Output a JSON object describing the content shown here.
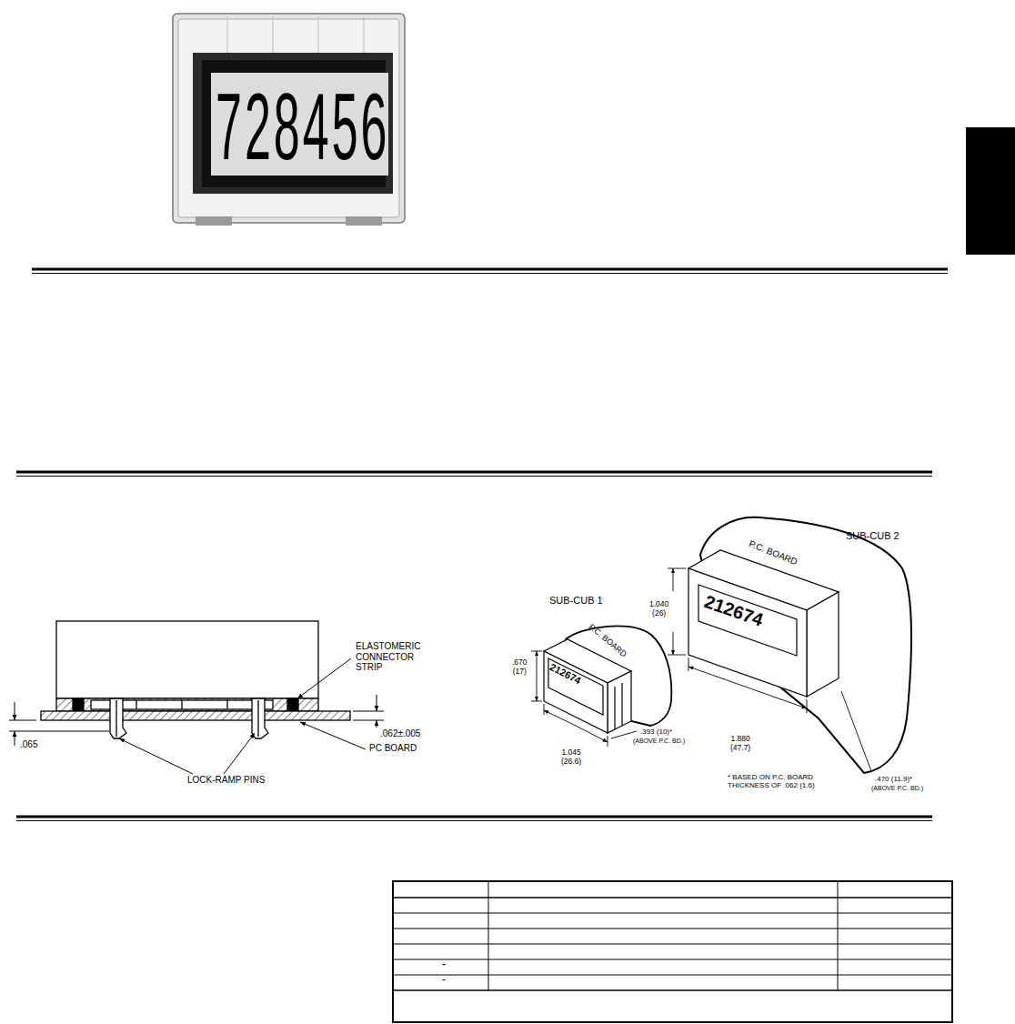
{
  "diagram": {
    "labels": [
      "728456",
      "ELASTOMERIC CONNECTOR STRIP",
      ".065",
      ".062±.005",
      "PC BOARD",
      "LOCK-RAMP PINS",
      "SUB-CUB 2",
      "P.C. BOARD",
      "SUB-CUB 1",
      "P.C. BOARD",
      "212674",
      ".670 (17)",
      "1.045 (26.6)",
      ".393 (10)*",
      "(ABOVE P.C. BD.)",
      "1.040 (26)",
      "212674",
      "1.880 (47.7)",
      "* BASED ON P.C. BOARD THICKNESS OF .062 (1.6)",
      ".470 (11.9)*",
      "(ABOVE P.C. BD.)",
      "-",
      "-"
    ]
  }
}
